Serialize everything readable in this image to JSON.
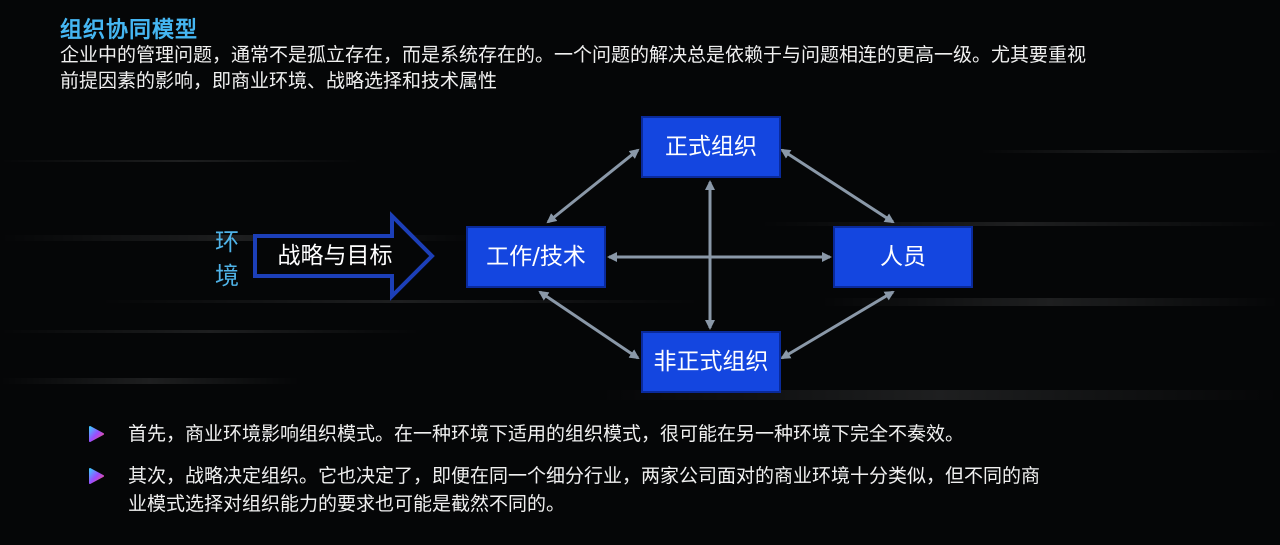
{
  "header": {
    "title": "组织协同模型",
    "intro_line1": "企业中的管理问题，通常不是孤立存在，而是系统存在的。一个问题的解决总是依赖于与问题相连的更高一级。尤其要重视",
    "intro_line2": "前提因素的影响，即商业环境、战略选择和技术属性"
  },
  "diagram": {
    "environment_label": "环境",
    "strategy_arrow": "战略与目标",
    "nodes": {
      "formal_org": "正式组织",
      "work_tech": "工作/技术",
      "people": "人员",
      "informal_org": "非正式组织"
    }
  },
  "bullets": [
    {
      "line1": "首先，商业环境影响组织模式。在一种环境下适用的组织模式，很可能在另一种环境下完全不奏效。",
      "line2": ""
    },
    {
      "line1": "其次，战略决定组织。它也决定了，即便在同一个细分行业，两家公司面对的商业环境十分类似，但不同的商",
      "line2": "业模式选择对组织能力的要求也可能是截然不同的。"
    }
  ],
  "colors": {
    "accent_title": "#45b6f2",
    "node_fill": "#1446e0",
    "arrow": "#8a98a8",
    "strategy_outline": "#1c3fb8"
  }
}
